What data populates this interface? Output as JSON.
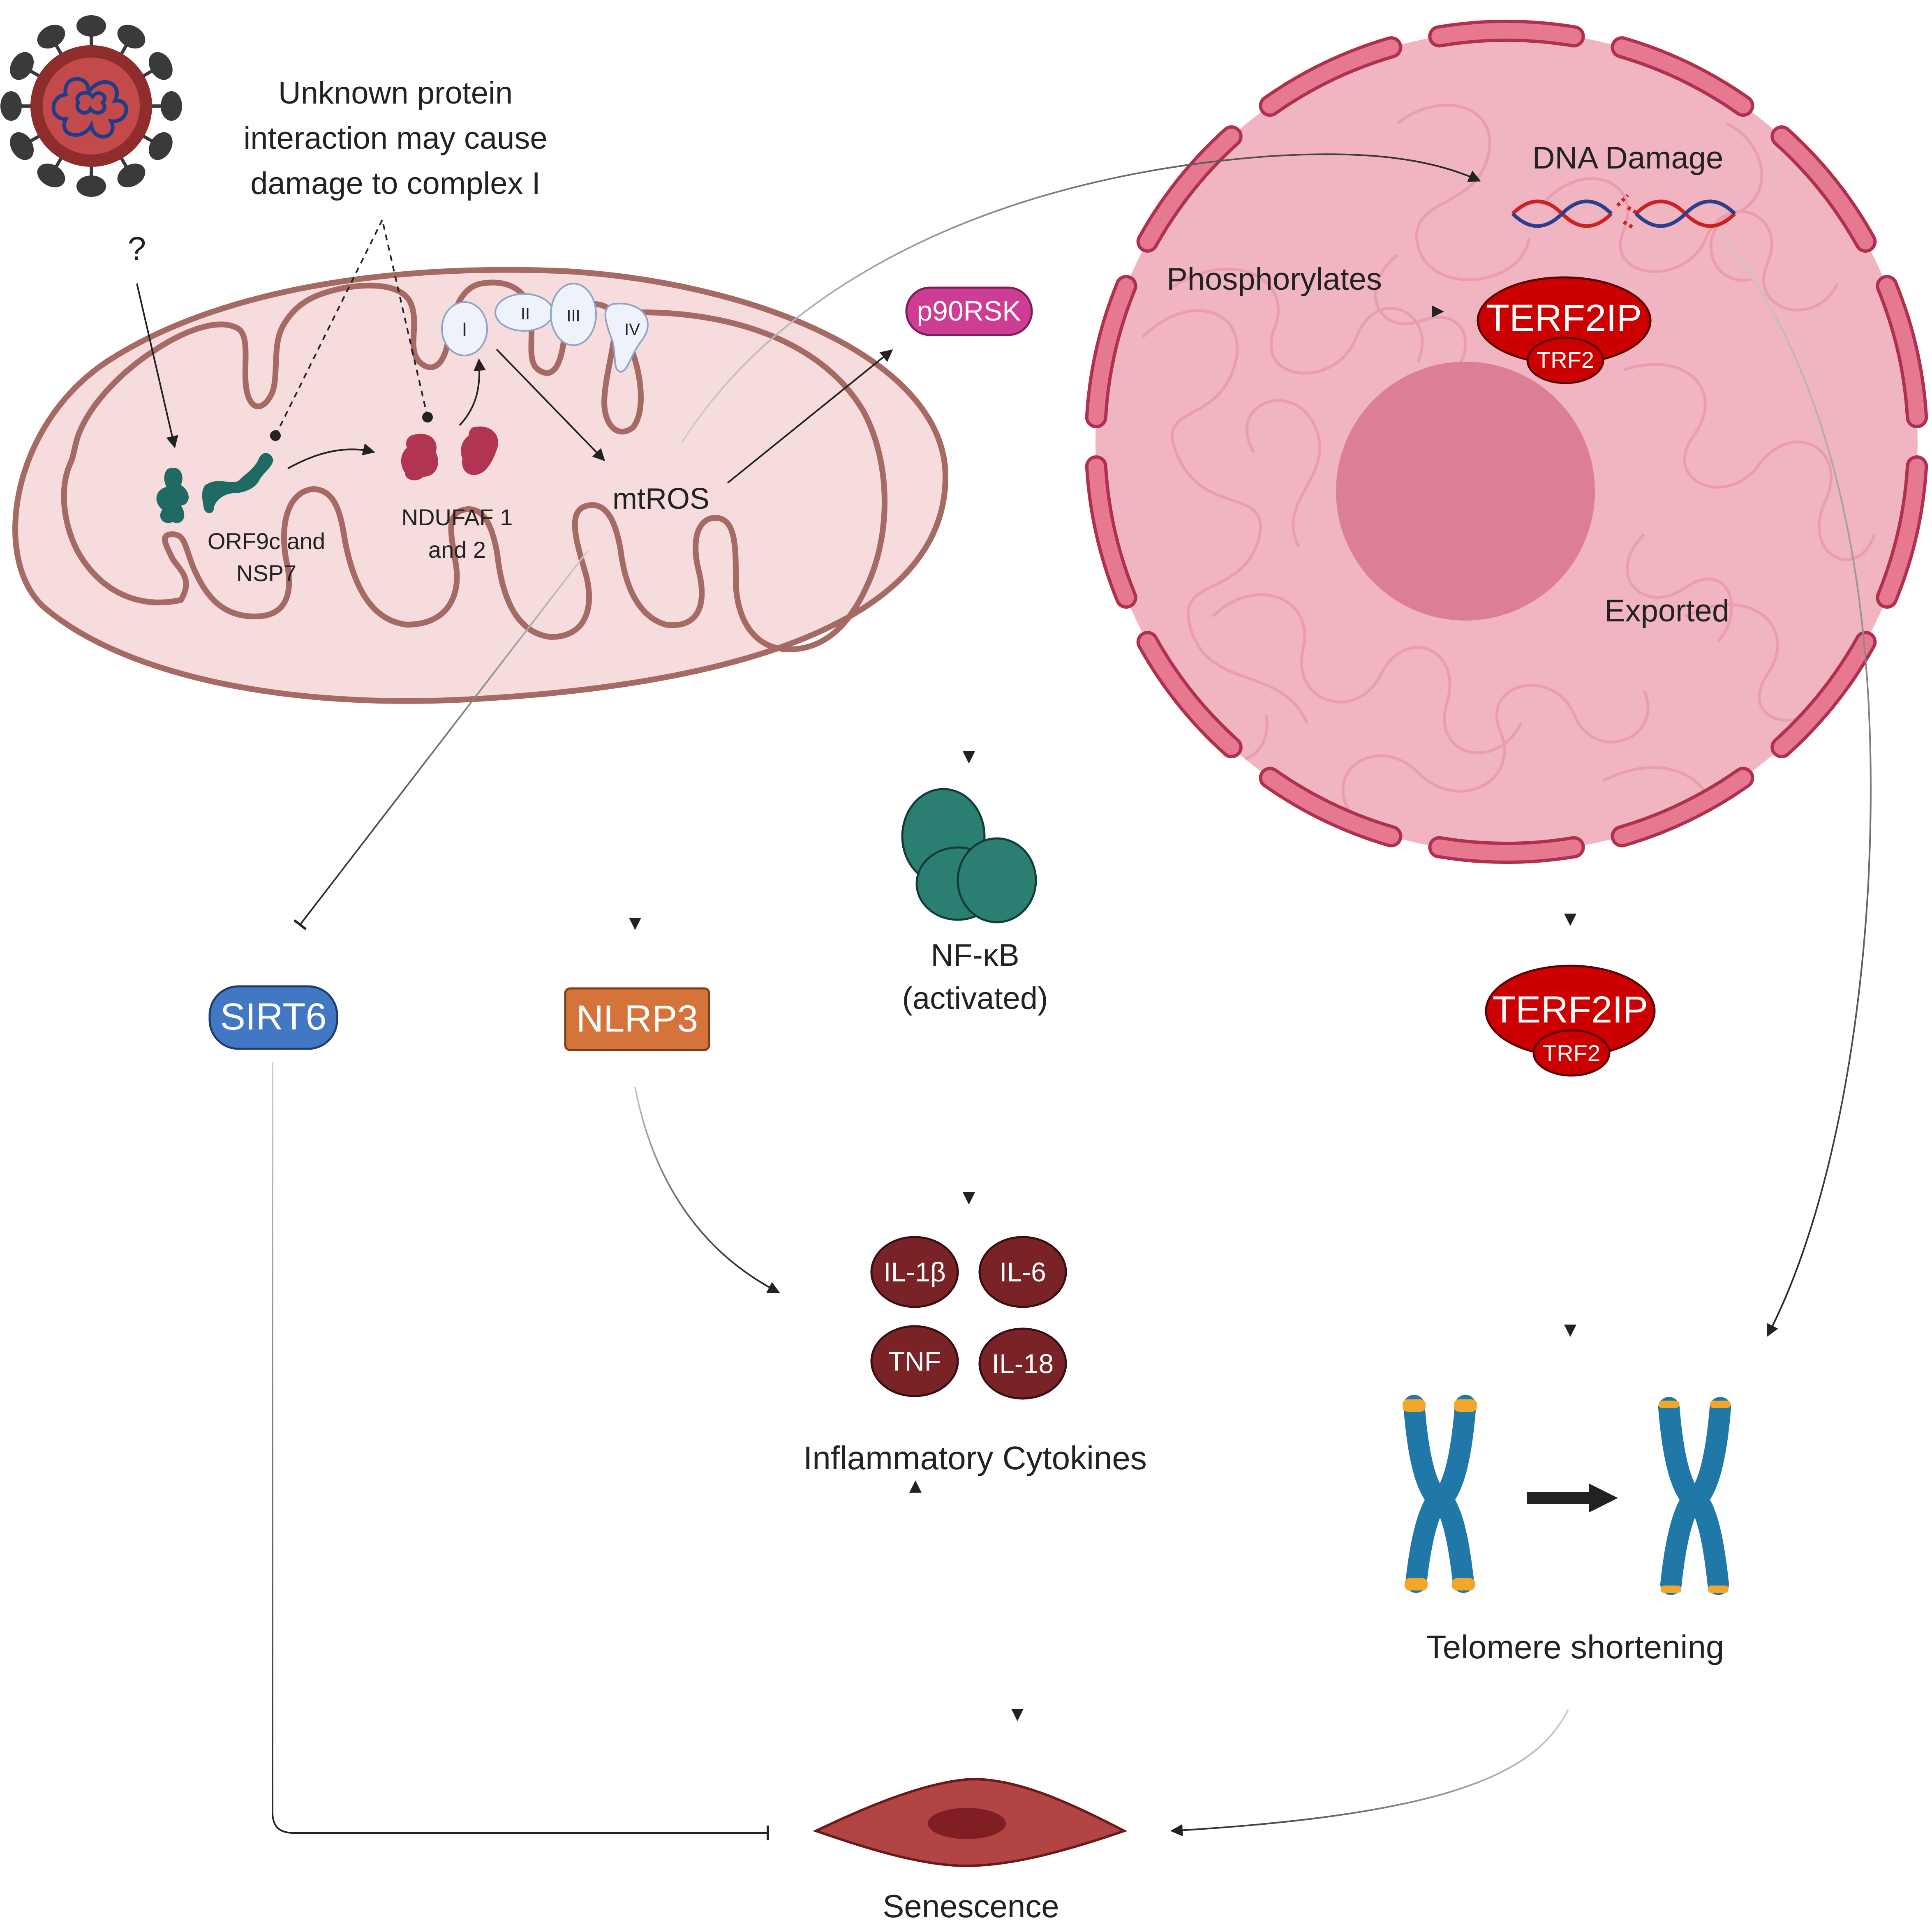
{
  "virus": {
    "question": "?"
  },
  "annotations": {
    "unknown_line1": "Unknown protein",
    "unknown_line2": "interaction may cause",
    "unknown_line3": "damage to complex I"
  },
  "mitochondrion": {
    "complexes": [
      "I",
      "II",
      "III",
      "IV"
    ],
    "orf9c_line1": "ORF9c and",
    "orf9c_line2": "NSP7",
    "ndufaf_line1": "NDUFAF 1",
    "ndufaf_line2": "and 2",
    "mtros": "mtROS"
  },
  "nucleus": {
    "dna_damage": "DNA Damage",
    "phosphorylates": "Phosphorylates",
    "exported": "Exported",
    "terf2ip": "TERF2IP",
    "trf2": "TRF2"
  },
  "nodes": {
    "p90rsk": "p90RSK",
    "sirt6": "SIRT6",
    "nlrp3": "NLRP3",
    "nfkb_line1": "NF-κB",
    "nfkb_line2": "(activated)",
    "terf2ip": "TERF2IP",
    "trf2": "TRF2"
  },
  "cytokines": {
    "items": [
      "IL-1β",
      "IL-6",
      "TNF",
      "IL-18"
    ],
    "label": "Inflammatory Cytokines"
  },
  "telomere": {
    "label": "Telomere shortening"
  },
  "senescence": {
    "label": "Senescence"
  },
  "colors": {
    "mito_fill": "#f6dcdc",
    "mito_stroke": "#a46a63",
    "nucleus_fill": "#f0b5c0",
    "nucleolus": "#dc7f95",
    "envelope": "#e6798f",
    "envelope_stroke": "#b03050",
    "p90rsk": "#cc3d93",
    "sirt6": "#4277c4",
    "nlrp3": "#d5743a",
    "terf2ip": "#cc0000",
    "cytokine": "#7a2327",
    "nfkb": "#2b7f72",
    "chromosome": "#1f78a8",
    "telomere_cap": "#f3a72a",
    "senescence_cell": "#b34444",
    "virus": "#b83b3b"
  }
}
